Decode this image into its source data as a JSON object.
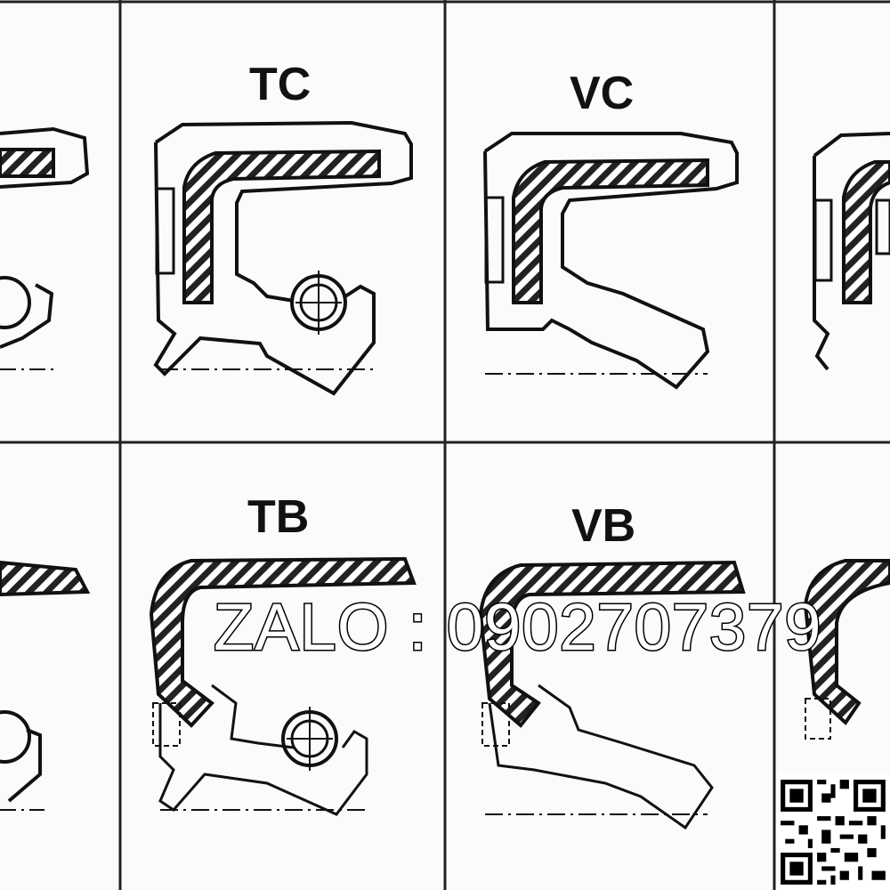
{
  "diagram": {
    "labels": {
      "tc": "TC",
      "vc": "VC",
      "tb": "TB",
      "vb": "VB"
    }
  },
  "watermark": {
    "text": "ZALO : 0902707379"
  },
  "colors": {
    "line": "#111111",
    "background": "#fbfbfb"
  }
}
